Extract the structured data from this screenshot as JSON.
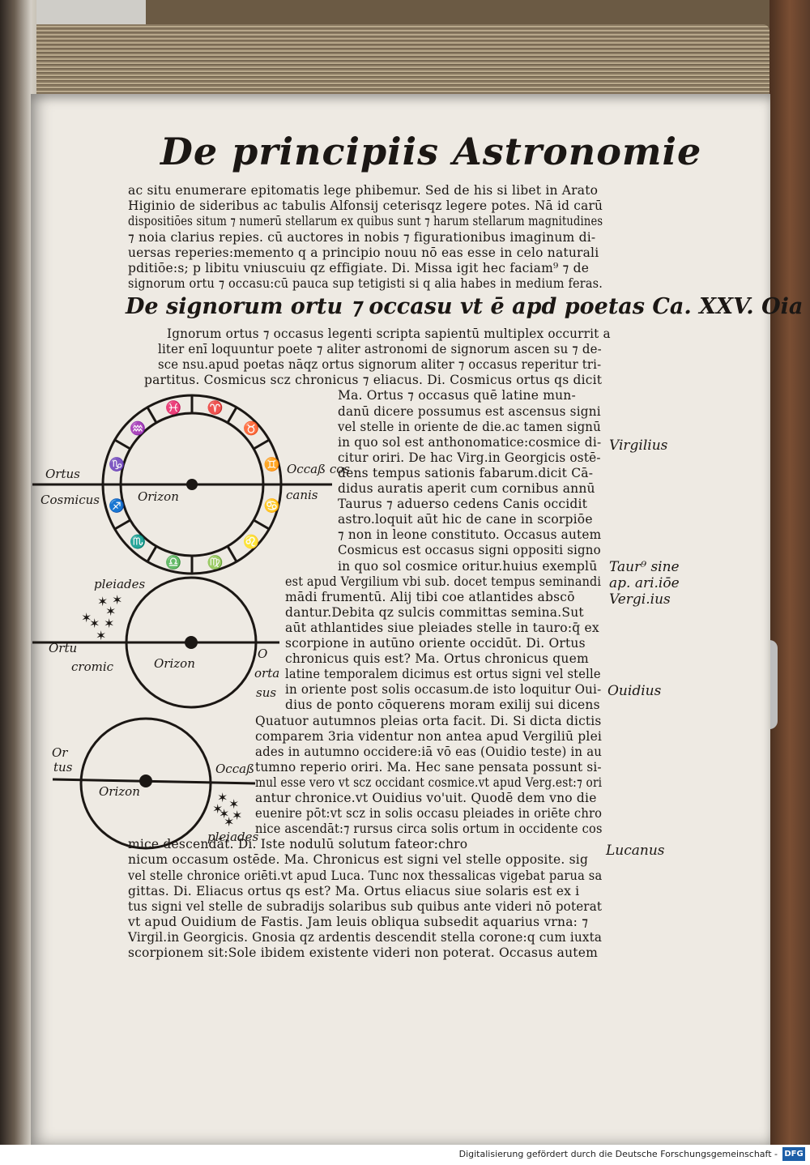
{
  "title": "De principiis Astronomie",
  "intro_lines": [
    "ac situ enumerare epitomatis lege phibemur. Sed de his si libet in Arato",
    "Higinio de sideribus ac tabulis Alfonsij ceterisqz legere potes. Nā id carū",
    "dispositiōes situm ⁊ numerū stellarum ex quibus sunt ⁊ harum stellarum magnitudines",
    "⁊ noia clarius repies. cū auctores in nobis ⁊ figurationibus imaginum di-",
    "uersas reperies:memento q a principio nouu nō eas esse in celo naturali",
    "pditiōe:s; p libitu vniuscuiu qz effigiate. Di. Missa igit hec faciam⁹ ⁊ de",
    "signorum ortu ⁊ occasu:cū pauca sup tetigisti si q alia habes in medium feras."
  ],
  "chapter_heading": "De signorum ortu ⁊ occasu vt ē apd poetas Ca. XXV. Oia",
  "body_lines": [
    "Ignorum ortus ⁊ occasus legenti scripta sapientū multiplex occurrit a",
    "liter enī loquuntur poete ⁊ aliter astronomi de signorum ascen su ⁊ de-",
    "sce nsu.apud poetas nāqz ortus signorum aliter ⁊ occasus reperitur tri-",
    "partitus. Cosmicus scz chronicus ⁊ eliacus. Di. Cosmicus ortus qs dicit",
    "Ma. Ortus ⁊ occasus quē latine mun-",
    "danū dicere possumus est ascensus signi",
    "vel stelle in oriente de die.ac tamen signū",
    "in quo sol est anthonomatice:cosmice di-",
    "citur oriri. De hac Virg.in Georgicis ostē-",
    "dens tempus sationis fabarum.dicit Cā-",
    "didus auratis aperit cum cornibus annū",
    "Taurus ⁊ aduerso cedens Canis occidit",
    "astro.loquit aūt hic de cane in scorpiōe",
    "⁊ non in leone constituto. Occasus autem",
    "Cosmicus est occasus signi oppositi signo",
    "in quo sol cosmice oritur.huius exemplū",
    "est apud Vergilium vbi sub. docet tempus seminandi",
    "mādi frumentū. Alij tibi coe atlantides abscō",
    "dantur.Debita qz sulcis committas semina.Sut",
    "aūt athlantides siue pleiades stelle in tauro:q̄ ex",
    "scorpione in autūno oriente occidūt. Di. Ortus",
    "chronicus quis est? Ma. Ortus chronicus quem",
    "latine temporalem dicimus est ortus signi vel stelle",
    "in oriente post solis occasum.de isto loquitur Oui-",
    "dius de ponto cōquerens moram exilij sui dicens",
    "Quatuor autumnos pleias orta facit. Di. Si dicta dictis",
    "comparem 3ria videntur non antea apud Vergiliū plei",
    "ades in autumno occidere:iā vō eas (Ouidio teste) in au",
    "tumno reperio oriri. Ma. Hec sane pensata possunt si-",
    "mul esse vero vt scz occidant cosmice.vt apud Verg.est:⁊ ori",
    "antur chronice.vt Ouidius vo'uit. Quodē dem vno die",
    "euenire pōt:vt scz in solis occasu pleiades in oriēte chro",
    "nice ascendāt:⁊ rursus circa solis ortum in occidente cos",
    "mice descendāt. Di. Iste nodulū solutum fateor:chro",
    "nicum occasum ostēde. Ma. Chronicus est signi vel stelle opposite. sig",
    "vel stelle chronice oriēti.vt apud Luca. Tunc nox thessalicas vigebat parua sa",
    "gittas. Di. Eliacus ortus qs est? Ma. Ortus eliacus siue solaris est ex i",
    "tus signi vel stelle de subradijs solaribus sub quibus ante videri nō poterat",
    "vt apud Ouidium de Fastis. Jam leuis obliqua subsedit aquarius vrna: ⁊",
    "Virgil.in Georgicis. Gnosia qz ardentis descendit stella corone:q cum iuxta",
    "scorpionem sit:Sole ibidem existente videri non poterat. Occasus autem"
  ],
  "margin_notes": [
    "Virgilius",
    "Taur⁹ sine ap. ari.iōe Vergi.ius",
    "Ouidius",
    "Lucanus"
  ],
  "diagram1_labels": {
    "left_top": "Ortus",
    "left_bottom": "Cosmicus",
    "center": "Orizon",
    "right_top": "Occaß cos",
    "right_bottom": "canis"
  },
  "diagram2_labels": {
    "top": "pleiades",
    "left_top": "Ortu",
    "left_bottom": "cromic",
    "center": "Orizon",
    "right_top": "O",
    "right_mid": "orta",
    "right_bottom": "sus"
  },
  "diagram3_labels": {
    "left_top": "Or",
    "left_bottom": "tus",
    "center": "Orizon",
    "right": "Occaß",
    "bottom": "pleiades"
  },
  "footer": {
    "text": "Digitalisierung gefördert durch die Deutsche Forschungsgemeinschaft -",
    "logo": "DFG"
  }
}
